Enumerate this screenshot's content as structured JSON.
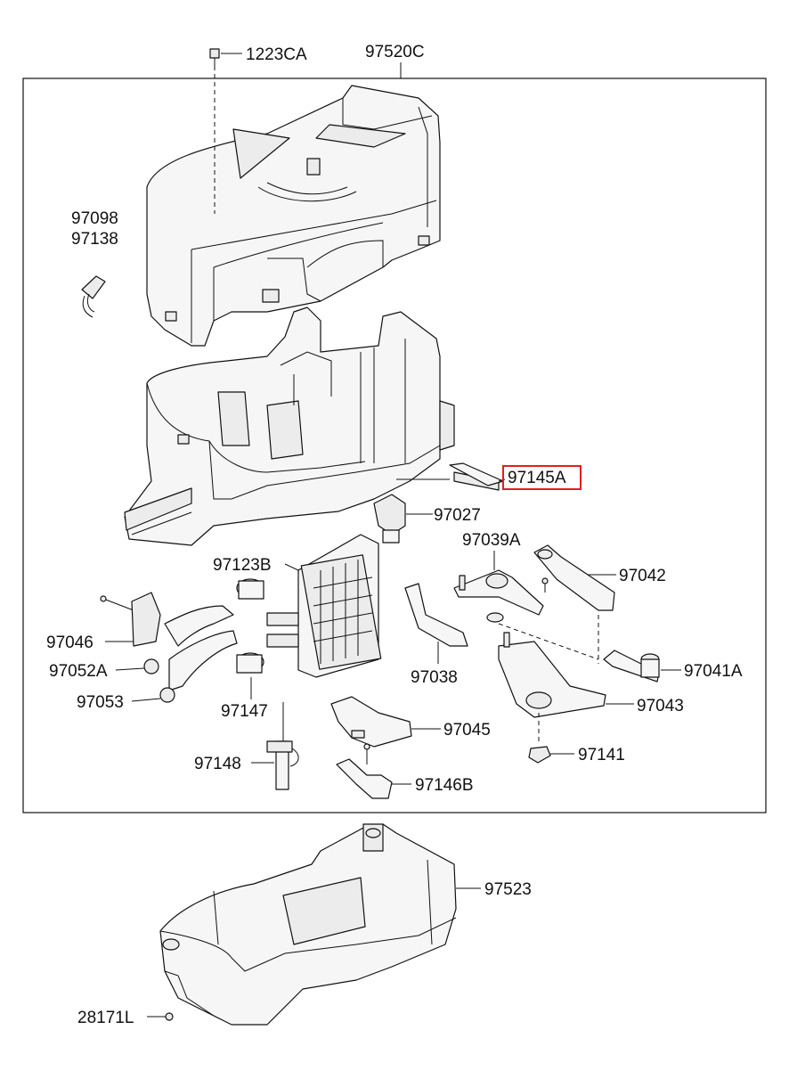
{
  "labels": {
    "p1223ca": "1223CA",
    "p97520c": "97520C",
    "p97098": "97098",
    "p97138": "97138",
    "p97145a": "97145A",
    "p97027": "97027",
    "p97039a": "97039A",
    "p97042": "97042",
    "p97123b": "97123B",
    "p97046": "97046",
    "p97052a": "97052A",
    "p97053": "97053",
    "p97147": "97147",
    "p97038": "97038",
    "p97041a": "97041A",
    "p97043": "97043",
    "p97045": "97045",
    "p97141": "97141",
    "p97148": "97148",
    "p97146b": "97146B",
    "p97523": "97523",
    "p28171l": "28171L"
  },
  "highlight": {
    "part": "97145A",
    "color": "#e0201c"
  }
}
